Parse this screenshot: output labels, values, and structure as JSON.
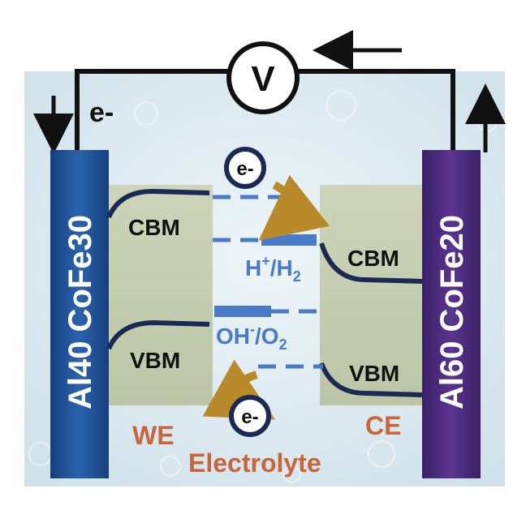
{
  "voltmeter": {
    "label": "V"
  },
  "electron_label": "e-",
  "working_electrode": {
    "label": "Al40 CoFe30",
    "color": "#1f4f93"
  },
  "counter_electrode": {
    "label": "Al60 CoFe20",
    "color": "#4a2a78"
  },
  "left_semiconductor": {
    "cbm": "CBM",
    "vbm": "VBM"
  },
  "right_semiconductor": {
    "cbm": "CBM",
    "vbm": "VBM"
  },
  "redox": {
    "h_main": "H",
    "h_sup": "+",
    "h_mid": "/H",
    "h_sub": "2",
    "o_main": "OH",
    "o_sup": "-",
    "o_mid": "/O",
    "o_sub": "2",
    "color": "#4a7bc8"
  },
  "electron_bubbles": {
    "top": "e-",
    "bottom": "e-"
  },
  "labels": {
    "we": "WE",
    "ce": "CE",
    "electrolyte": "Electrolyte",
    "color": "#c8653a"
  },
  "colors": {
    "semiconductor": "#c7cfb3",
    "band_line": "#1b2a55",
    "background": "#dbe9f0"
  }
}
